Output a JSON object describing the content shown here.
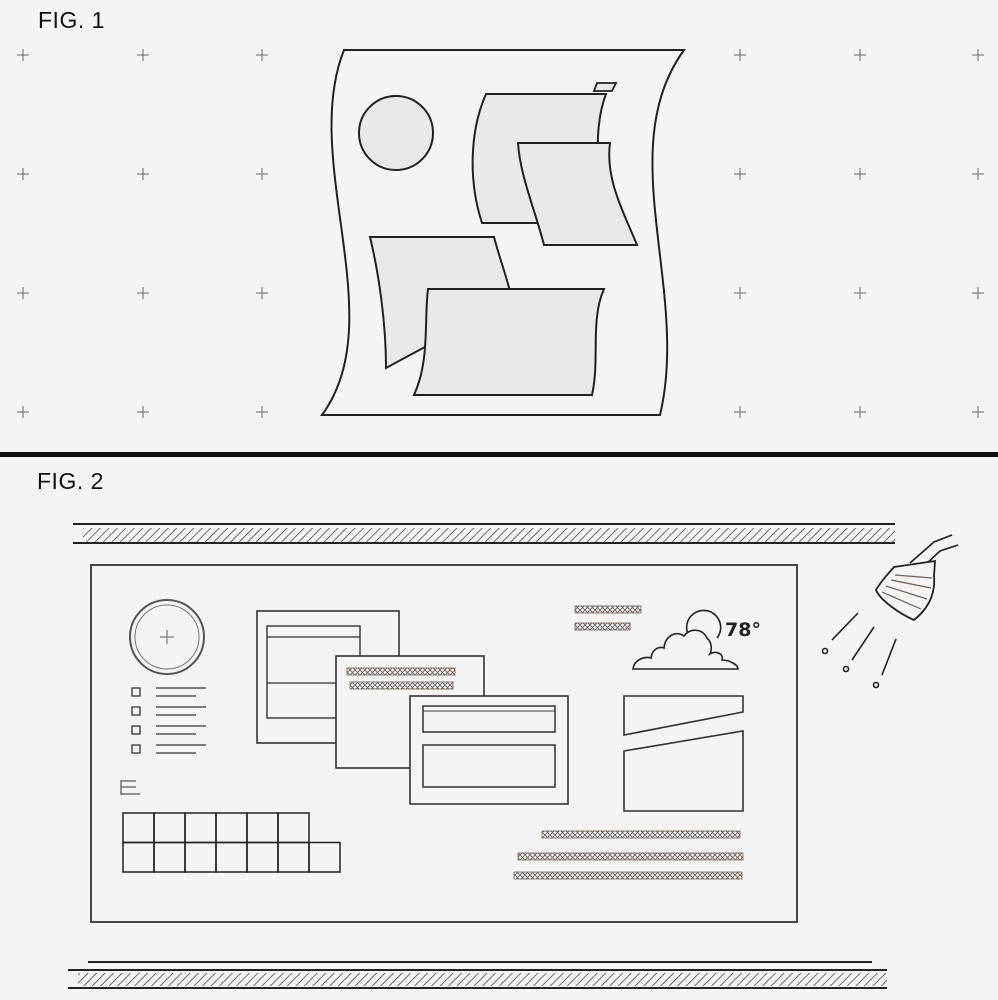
{
  "figures": {
    "fig1_label": "FIG. 1",
    "fig2_label": "FIG. 2"
  },
  "fig2": {
    "weather_temperature": "78°"
  },
  "colors": {
    "line": "#222222",
    "panel_fill": "#e8e8e8",
    "background": "#f4f4f4",
    "hatch": "#6b5f57",
    "divider": "#111111"
  }
}
